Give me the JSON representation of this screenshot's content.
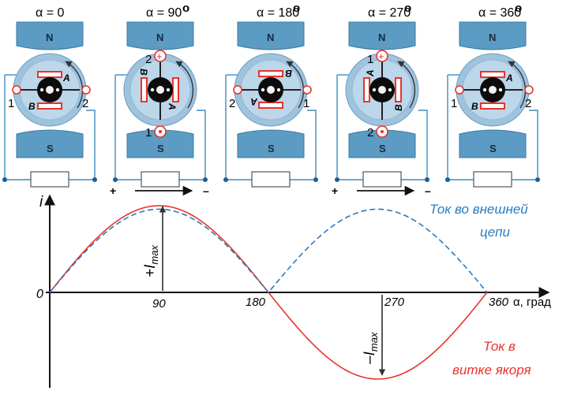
{
  "stages": [
    {
      "angle_label": "α = 0",
      "degree_mark": "",
      "term_left": "1",
      "term_right": "2",
      "term_top": "",
      "term_bottom": "",
      "plus": "",
      "minus": ""
    },
    {
      "angle_label": "α = 90",
      "degree_mark": "о",
      "term_left": "",
      "term_right": "",
      "term_top": "2",
      "term_bottom": "1",
      "plus": "+",
      "minus": "–"
    },
    {
      "angle_label": "α = 180",
      "degree_mark": "о",
      "term_left": "2",
      "term_right": "1",
      "term_top": "",
      "term_bottom": "",
      "plus": "",
      "minus": ""
    },
    {
      "angle_label": "α = 270",
      "degree_mark": "о",
      "term_left": "",
      "term_right": "",
      "term_top": "1",
      "term_bottom": "2",
      "plus": "+",
      "minus": "–"
    },
    {
      "angle_label": "α = 360",
      "degree_mark": "о",
      "term_left": "1",
      "term_right": "2",
      "term_top": "",
      "term_bottom": "",
      "plus": "",
      "minus": ""
    }
  ],
  "poles": {
    "north": "N",
    "south": "S"
  },
  "conductors": {
    "a": "A",
    "b": "B"
  },
  "axis": {
    "y_label": "i",
    "origin": "0",
    "ticks": [
      "90",
      "180",
      "270",
      "360"
    ],
    "x_unit": "α, град"
  },
  "imax_plus": "+I",
  "imax_minus": "–I",
  "imax_sub": "max",
  "legend_external": [
    "Ток во внешней",
    "цепи"
  ],
  "legend_armature": [
    "Ток в",
    "витке якоря"
  ],
  "colors": {
    "external_current": "#2a7bbf",
    "armature_current": "#e8332a",
    "pole": "#5b9bc4",
    "circuit": "#3b8ec2"
  }
}
